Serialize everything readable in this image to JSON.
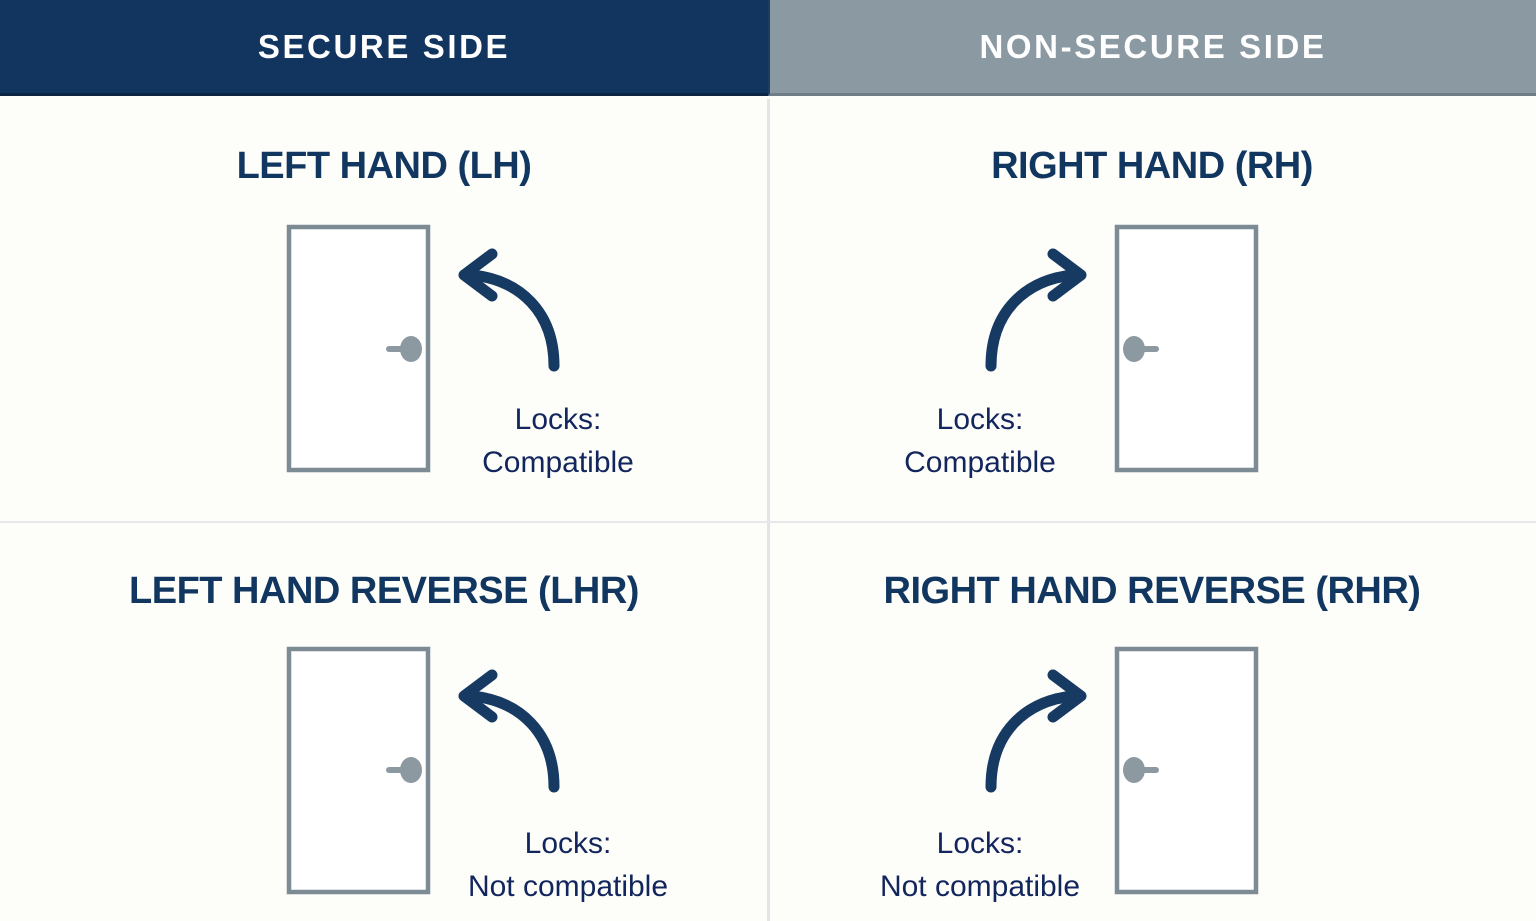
{
  "header": {
    "left_label": "SECURE SIDE",
    "right_label": "NON-SECURE SIDE",
    "left_bg": "#123560",
    "right_bg": "#8b99a3",
    "text_color": "#ffffff"
  },
  "theme": {
    "navy": "#11365f",
    "caption_navy": "#12255c",
    "door_stroke": "#7d8b94",
    "handle_fill": "#8d99a1",
    "arrow_color": "#173a63",
    "background": "#fdfdfa",
    "divider": "#e2e5e7"
  },
  "quadrants": [
    {
      "id": "left-hand",
      "title": "LEFT HAND (LH)",
      "side": "secure",
      "door_side": "left",
      "swing": "left",
      "handle_position": "right-edge-inside",
      "caption_line1": "Locks:",
      "caption_line2": "Compatible",
      "lock_compatible": "Compatible"
    },
    {
      "id": "right-hand",
      "title": "RIGHT HAND (RH)",
      "side": "non-secure",
      "door_side": "right",
      "swing": "right",
      "handle_position": "left-edge-inside",
      "caption_line1": "Locks:",
      "caption_line2": "Compatible",
      "lock_compatible": "Compatible"
    },
    {
      "id": "left-hand-reverse",
      "title": "LEFT HAND REVERSE (LHR)",
      "side": "secure",
      "door_side": "left",
      "swing": "left",
      "handle_position": "right-edge-inside",
      "caption_line1": "Locks:",
      "caption_line2": "Not compatible",
      "lock_compatible": "Not compatible"
    },
    {
      "id": "right-hand-reverse",
      "title": "RIGHT HAND REVERSE (RHR)",
      "side": "non-secure",
      "door_side": "right",
      "swing": "right",
      "handle_position": "left-edge-inside",
      "caption_line1": "Locks:",
      "caption_line2": "Not compatible",
      "lock_compatible": "Not compatible"
    }
  ]
}
